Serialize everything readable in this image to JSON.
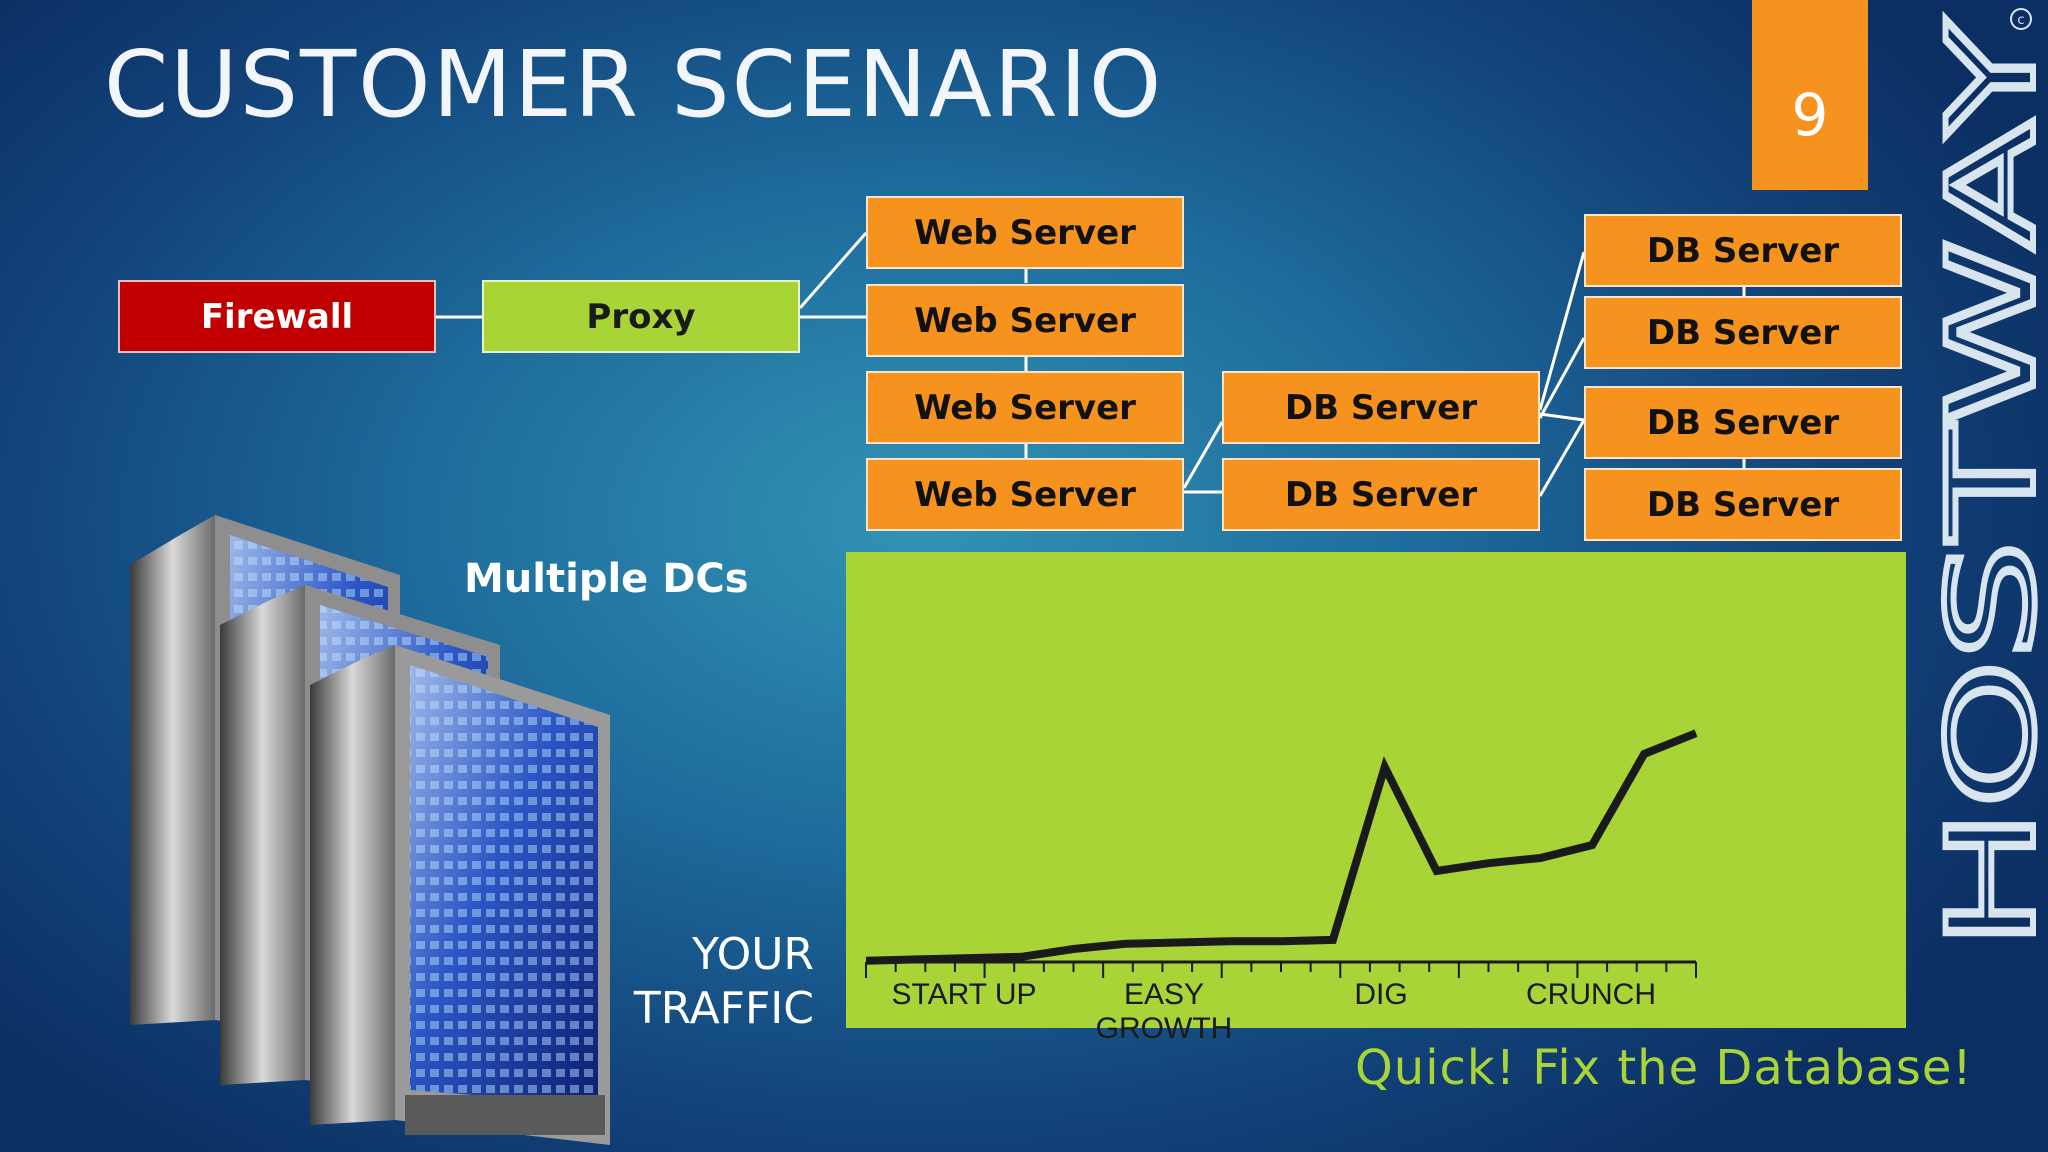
{
  "slide": {
    "title": "CUSTOMER SCENARIO",
    "number": "9",
    "brand_text": "HOSTWAY"
  },
  "diagram": {
    "firewall": "Firewall",
    "proxy": "Proxy",
    "web_servers": [
      "Web Server",
      "Web Server",
      "Web Server",
      "Web Server"
    ],
    "db_servers_mid": [
      "DB Server",
      "DB Server"
    ],
    "db_servers_right": [
      "DB Server",
      "DB Server",
      "DB Server",
      "DB Server"
    ],
    "colors": {
      "firewall": "#c00000",
      "proxy": "#a8d437",
      "server": "#f6921e"
    }
  },
  "illustration": {
    "caption": "Multiple DCs",
    "icon": "server-racks"
  },
  "traffic_label": "YOUR TRAFFIC",
  "chart_data": {
    "type": "line",
    "background": "#a8d437",
    "categories": [
      "START UP",
      "EASY GROWTH",
      "DIG",
      "CRUNCH"
    ],
    "series": [
      {
        "values": [
          [
            0,
            0.5
          ],
          [
            1,
            1
          ],
          [
            2,
            1.5
          ],
          [
            3,
            2
          ],
          [
            4,
            5
          ],
          [
            5,
            7
          ],
          [
            6,
            7.5
          ],
          [
            7,
            8
          ],
          [
            8,
            8
          ],
          [
            9,
            8.5
          ],
          [
            10,
            75
          ],
          [
            11,
            35
          ],
          [
            12,
            38
          ],
          [
            13,
            40
          ],
          [
            14,
            45
          ],
          [
            15,
            80
          ],
          [
            16,
            88
          ]
        ]
      }
    ],
    "ylim": [
      0,
      100
    ],
    "grid": false
  },
  "footer_note": "Quick! Fix the Database!"
}
